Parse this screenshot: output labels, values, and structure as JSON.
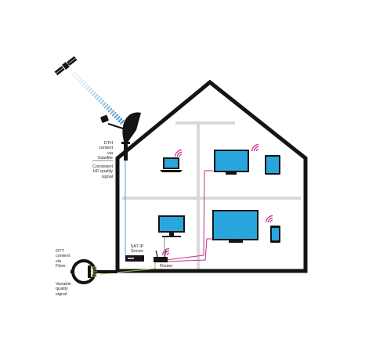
{
  "labels": {
    "dth": [
      "DTH",
      "content",
      "via",
      "Satellite"
    ],
    "consistent": [
      "Consistent",
      "HD quality",
      "signal"
    ],
    "ott": [
      "OTT",
      "content",
      "via",
      "Fibre"
    ],
    "variable": [
      "Variable",
      "quality",
      "signal"
    ],
    "sat_ip": [
      "SAT IP",
      "Server"
    ],
    "router": "Router"
  },
  "colors": {
    "outline": "#141414",
    "wall_divider": "#d9d9d9",
    "screen": "#29a6de",
    "wifi": "#c52c8a",
    "satellite_beam": "#2a86c5",
    "cable_sat": "#3aa7dc",
    "cable_fibre": "#8cc63f",
    "cable_router": "#c52c8a"
  },
  "icons": {
    "satellite": "satellite-icon",
    "dish": "satellite-dish-icon",
    "laptop": "laptop-icon",
    "desktop": "desktop-monitor-icon",
    "tv": "tv-icon",
    "tablet": "tablet-icon",
    "phone": "smartphone-icon",
    "fibre_plug": "fibre-plug-icon",
    "sat_ip_server": "sat-ip-server-icon",
    "router": "router-icon",
    "wifi": "wifi-icon"
  }
}
